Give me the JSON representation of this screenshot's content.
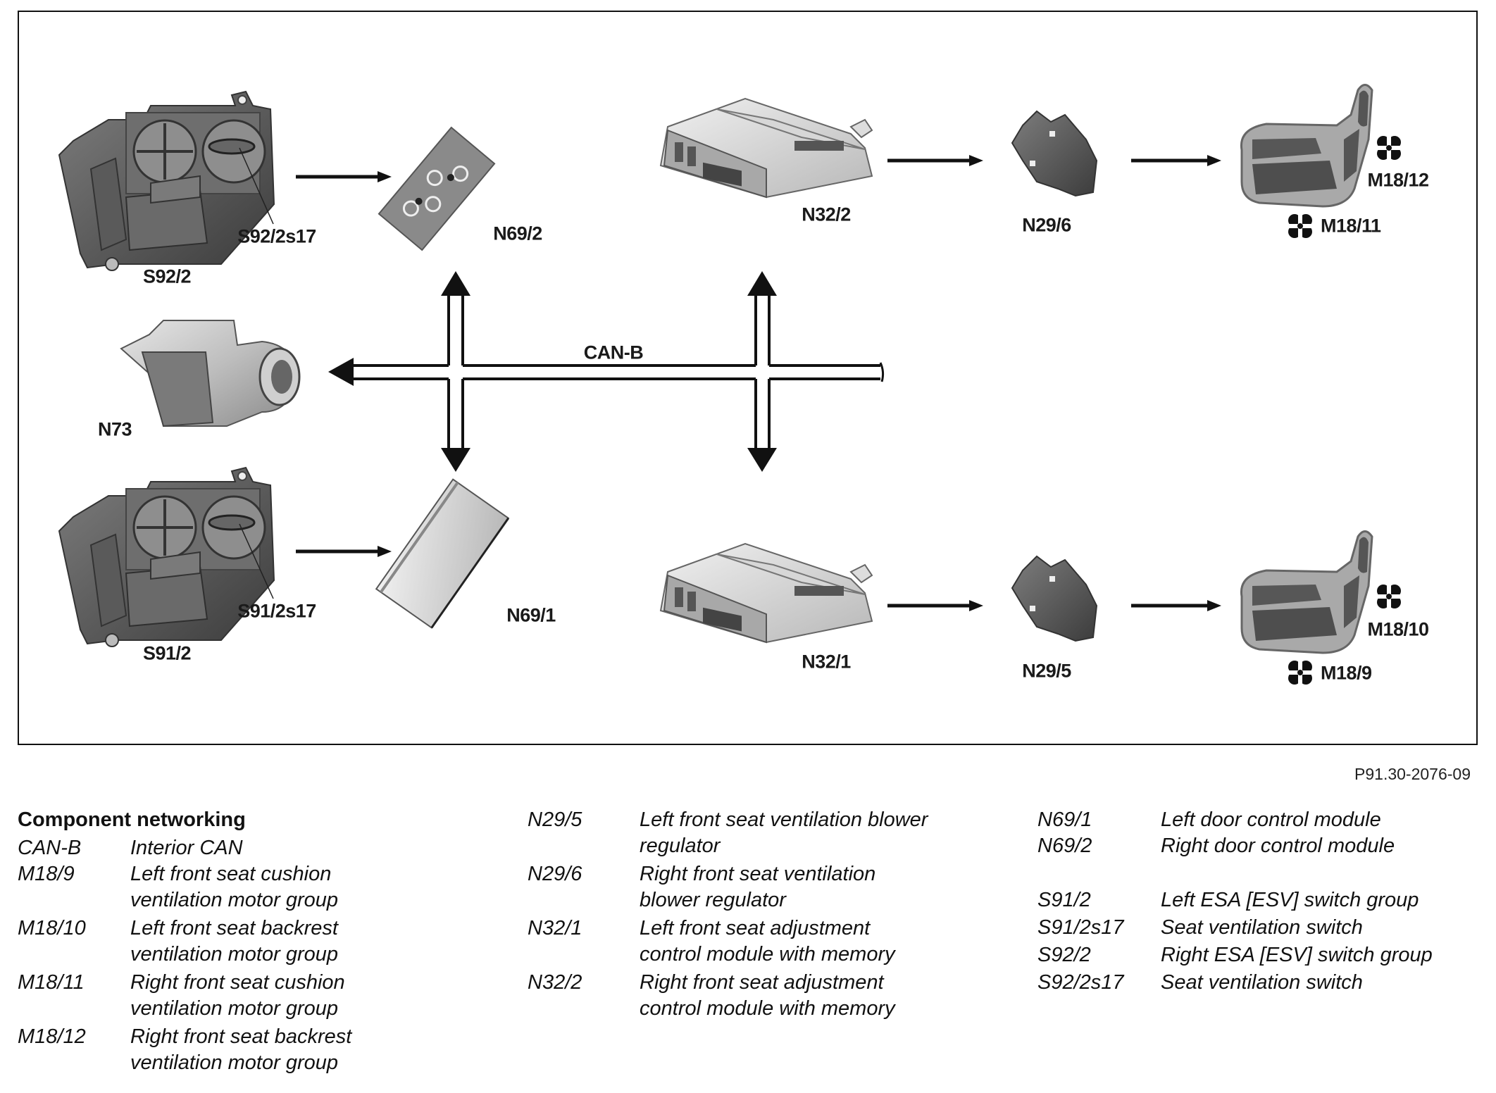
{
  "diagram": {
    "bus_label": "CAN-B",
    "components": {
      "S92_2": "S92/2",
      "S92_2s17": "S92/2s17",
      "N69_2": "N69/2",
      "N32_2": "N32/2",
      "N29_6": "N29/6",
      "M18_12": "M18/12",
      "M18_11": "M18/11",
      "N73": "N73",
      "S91_2": "S91/2",
      "S91_2s17": "S91/2s17",
      "N69_1": "N69/1",
      "N32_1": "N32/1",
      "N29_5": "N29/5",
      "M18_10": "M18/10",
      "M18_9": "M18/9"
    },
    "icons": {
      "fan": "fan-icon",
      "arrow": "arrow-right-icon",
      "bidirectional": "double-arrow-icon"
    },
    "connections": [
      {
        "from": "S92/2",
        "to": "N69/2"
      },
      {
        "from": "N69/2",
        "to": "CAN-B",
        "bidirectional": true
      },
      {
        "from": "N32/2",
        "to": "CAN-B",
        "bidirectional": true
      },
      {
        "from": "N32/2",
        "to": "N29/6"
      },
      {
        "from": "N29/6",
        "to": "M18/12, M18/11"
      },
      {
        "from": "CAN-B",
        "to": "N73"
      },
      {
        "from": "S91/2",
        "to": "N69/1"
      },
      {
        "from": "N69/1",
        "to": "CAN-B",
        "bidirectional": true
      },
      {
        "from": "N32/1",
        "to": "CAN-B",
        "bidirectional": true
      },
      {
        "from": "N32/1",
        "to": "N29/5"
      },
      {
        "from": "N29/5",
        "to": "M18/10, M18/9"
      }
    ]
  },
  "figure_id": "P91.30-2076-09",
  "legend": {
    "title": "Component networking",
    "columns": [
      [
        {
          "code": "CAN-B",
          "lines": [
            "Interior CAN"
          ]
        },
        {
          "code": "M18/9",
          "lines": [
            "Left front seat cushion",
            "ventilation motor group"
          ]
        },
        {
          "code": "M18/10",
          "lines": [
            "Left front seat backrest",
            "ventilation motor group"
          ]
        },
        {
          "code": "M18/11",
          "lines": [
            "Right front seat cushion",
            "ventilation motor group"
          ]
        },
        {
          "code": "M18/12",
          "lines": [
            "Right front seat backrest",
            "ventilation motor group"
          ]
        }
      ],
      [
        {
          "code": "N29/5",
          "lines": [
            "Left front seat ventilation blower",
            "regulator"
          ]
        },
        {
          "code": "N29/6",
          "lines": [
            "Right front seat ventilation",
            "blower regulator"
          ]
        },
        {
          "code": "N32/1",
          "lines": [
            "Left front seat adjustment",
            "control module with memory"
          ]
        },
        {
          "code": "N32/2",
          "lines": [
            "Right front seat adjustment",
            "control module with memory"
          ]
        }
      ],
      [
        {
          "code": "N69/1",
          "lines": [
            "Left door control module"
          ]
        },
        {
          "code": "N69/2",
          "lines": [
            "Right door control module"
          ]
        },
        {
          "code": "S91/2",
          "lines": [
            "Left ESA [ESV] switch group"
          ]
        },
        {
          "code": "S91/2s17",
          "lines": [
            "Seat ventilation switch"
          ]
        },
        {
          "code": "S92/2",
          "lines": [
            "Right ESA [ESV] switch group"
          ]
        },
        {
          "code": "S92/2s17",
          "lines": [
            "Seat ventilation switch"
          ]
        }
      ]
    ]
  }
}
